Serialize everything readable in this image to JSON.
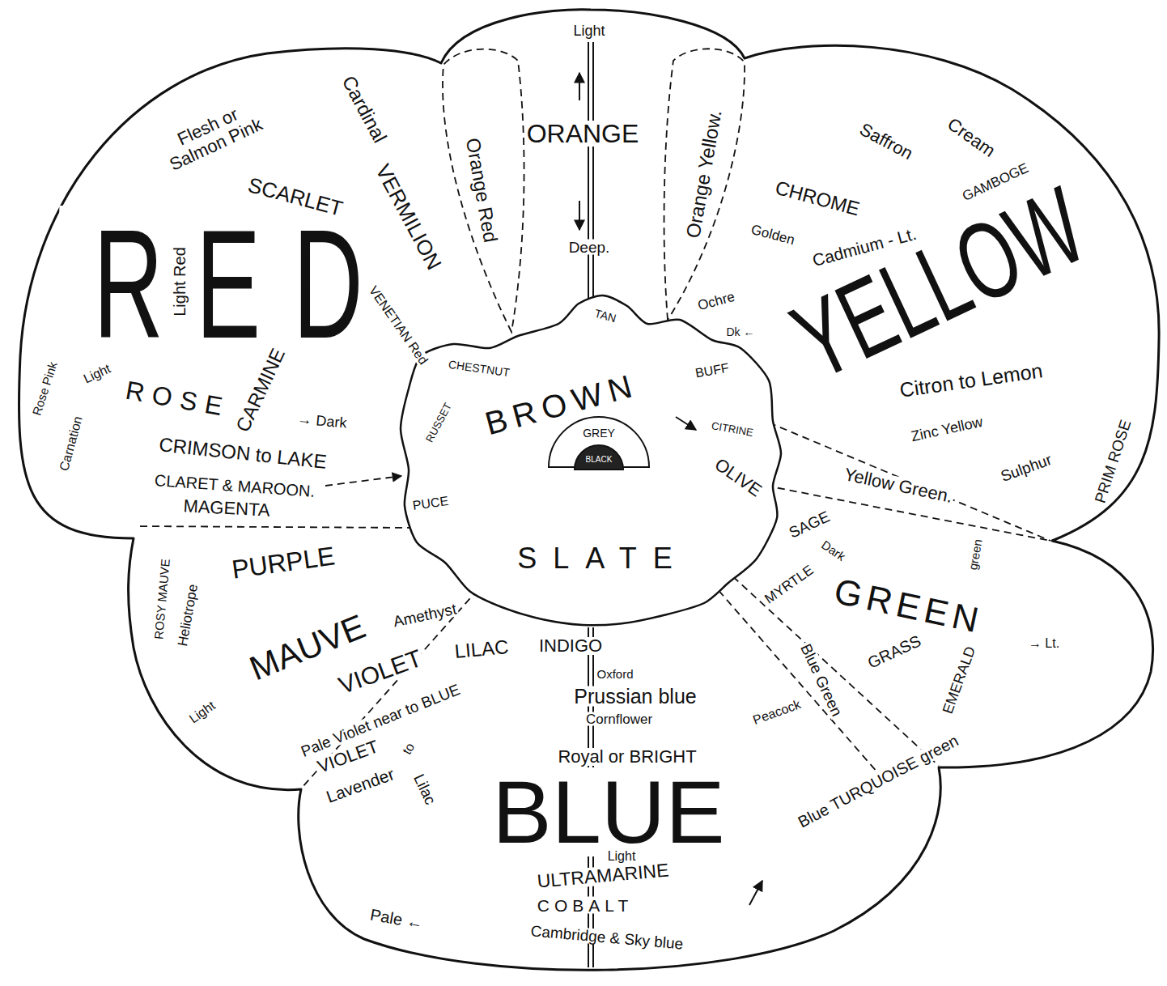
{
  "diagram": {
    "nodes": [
      {
        "text": [
          "Light",
          "ORANGE",
          "Deep.",
          "Flesh or Salmon Pink",
          "Cardinal",
          "VERMILION",
          "SCARLET",
          "RED",
          "Light Red",
          "VENETIAN Red",
          "CARMINE",
          "Light",
          "Rose Pink",
          "Carnation",
          "ROSE",
          "→ Dark",
          "CRIMSON to LAKE",
          "CLARET & MAROON.",
          "Cream",
          "Saffron",
          "CHROME",
          "Golden",
          "Cadmium - Lt.",
          "GAMBOGE",
          "YELLOW",
          "Ochre",
          "Dk ←",
          "Citron to Lemon",
          "PRIM ROSE",
          "Zinc Yellow",
          "Sulphur",
          "Yellow Green.",
          "MAGENTA",
          "PURPLE",
          "ROSY MAUVE",
          "Heliotrope",
          "Light",
          "MAUVE",
          "Amethyst",
          "VIOLET",
          "Pale Violet near to BLUE",
          "VIOLET",
          "to",
          "Lavender",
          "Lilac",
          "LILAC",
          "INDIGO",
          "Oxford",
          "Prussian blue",
          "Cornflower",
          "Royal or BRIGHT",
          "BLUE",
          "Light",
          "ULTRAMARINE",
          "COBALT",
          "Pale ←",
          "Cambridge & Sky blue",
          "SAGE",
          "Dark",
          "MYRTLE",
          "GREEN",
          "→ Lt.",
          "green",
          "GRASS",
          "EMERALD",
          "Blue Green",
          "Peacock",
          "Blue TURQUOISE green"
        ]
      },
      {
        "text": [
          "Orange Red"
        ],
        "in": 0
      },
      {
        "text": [
          "Orange Yellow."
        ],
        "in": 0
      },
      {
        "text": [
          "CHESTNUT",
          "TAN",
          "BROWN",
          "BUFF",
          "RUSSET",
          "CITRINE",
          "OLIVE",
          "PUCE",
          "SLATE"
        ],
        "in": 0
      },
      {
        "text": [
          "GREY"
        ],
        "in": 3
      },
      {
        "text": [
          "BLACK"
        ],
        "in": 4
      }
    ]
  }
}
